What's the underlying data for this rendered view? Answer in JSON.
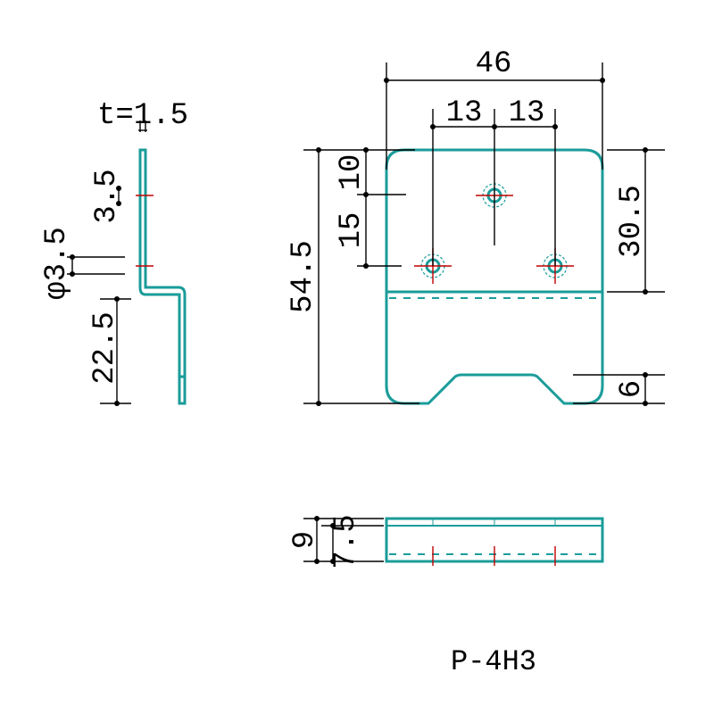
{
  "drawing": {
    "part_number": "P-4H3",
    "thickness": "t=1.5",
    "dimensions": {
      "width": "46",
      "hole_pitch_left": "13",
      "hole_pitch_right": "13",
      "height": "54.5",
      "top_hole_offset": "10",
      "hole_row_spacing": "15",
      "fold_height": "30.5",
      "notch_depth": "6",
      "side_hole_offset": "3.5",
      "hole_diameter": "φ3.5",
      "lower_leg": "22.5",
      "bottom_depth": "9",
      "bottom_inner": "7.5"
    },
    "colors": {
      "part": "#1a9c9a",
      "centerline": "#c00000",
      "dimension": "#000000"
    }
  }
}
